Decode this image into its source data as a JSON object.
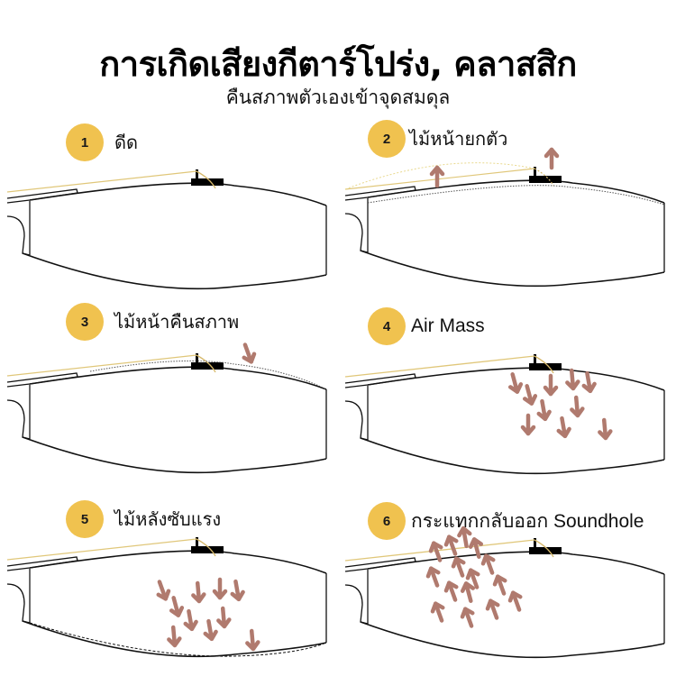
{
  "header": {
    "title": "การเกิดเสียงกีตาร์โปร่ง, คลาสสิก",
    "subtitle": "คืนสภาพตัวเองเข้าจุดสมดุล"
  },
  "steps": [
    {
      "number": "1",
      "label": "ดีด",
      "arrows": "none"
    },
    {
      "number": "2",
      "label": "ไม้หน้ายกตัว",
      "arrows": "up (top plate)"
    },
    {
      "number": "3",
      "label": "ไม้หน้าคืนสภาพ",
      "arrows": "down (top plate)"
    },
    {
      "number": "4",
      "label": "Air Mass",
      "arrows": "down (air inside body)"
    },
    {
      "number": "5",
      "label": "ไม้หลังซับแรง",
      "arrows": "down (back plate)"
    },
    {
      "number": "6",
      "label": "กระแทกกลับออก Soundhole",
      "arrows": "up-left (out of soundhole)"
    }
  ],
  "colors": {
    "badge": "#f0c24f",
    "arrow": "#b07a6e",
    "string": "#e0c77a",
    "outline": "#111111"
  }
}
